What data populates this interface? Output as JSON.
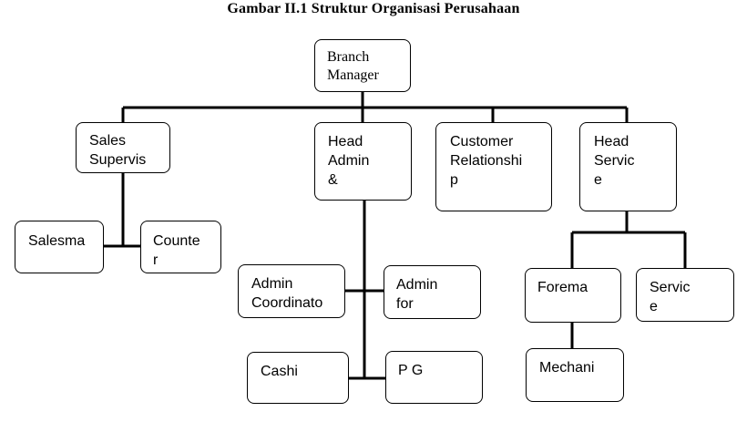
{
  "title": "Gambar II.1 Struktur Organisasi Perusahaan",
  "nodes": {
    "branch_manager": "Branch\nManager",
    "sales_supervisor": "Sales\nSupervis",
    "head_admin": "Head\nAdmin\n&",
    "customer_relationship": "Customer\nRelationshi\np",
    "head_service": "Head\nServic\ne",
    "salesman": "Salesma",
    "counter": "Counte\nr",
    "admin_coordinator": "Admin\nCoordinato",
    "admin_for": "Admin\nfor",
    "cashier": "Cashi",
    "pg": "P G",
    "foreman": "Forema",
    "service": "Servic\ne",
    "mechanic": "Mechani"
  }
}
